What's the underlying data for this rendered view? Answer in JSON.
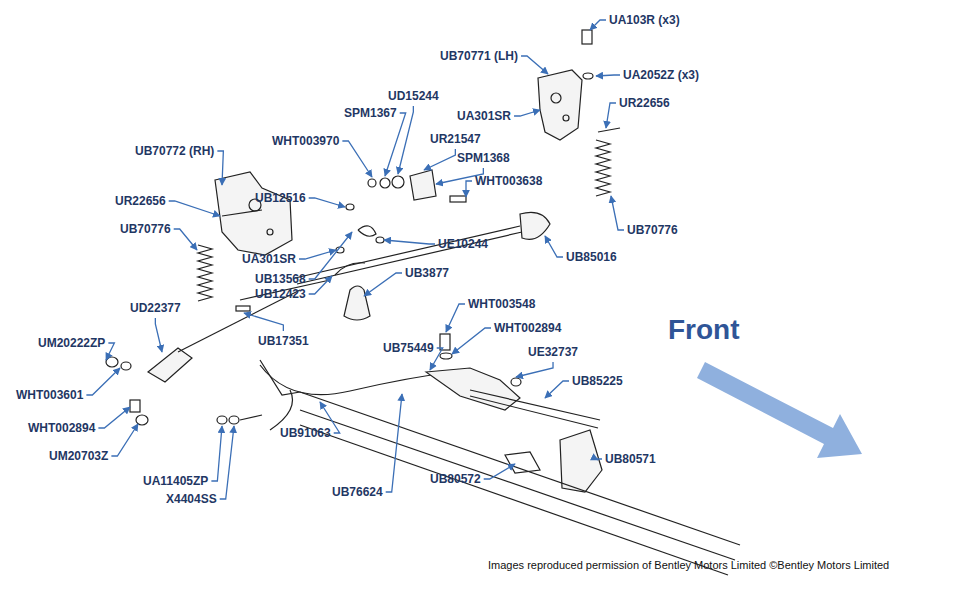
{
  "diagram": {
    "labels": [
      "UA103R (x3)",
      "UA2052Z (x3)",
      "UB70771 (LH)",
      "UR22656",
      "UA301SR",
      "UD15244",
      "SPM1367",
      "WHT003970",
      "UR21547",
      "SPM1368",
      "WHT003638",
      "UB70772 (RH)",
      "UR22656",
      "UB12516",
      "UB70776",
      "UE10244",
      "UA301SR",
      "UB85016",
      "UB3877",
      "UB13568",
      "UB12423",
      "UB70776",
      "UD22377",
      "UB17351",
      "UM20222ZP",
      "WHT003548",
      "WHT002894",
      "UB75449",
      "UE32737",
      "UB85225",
      "WHT003601",
      "WHT002894",
      "UM20703Z",
      "UB91063",
      "UB80571",
      "UA11405ZP",
      "UB80572",
      "UB76624",
      "X4404SS",
      "Front",
      "Images reproduced permission of Bentley Motors Limited ©Bentley Motors Limited"
    ]
  }
}
